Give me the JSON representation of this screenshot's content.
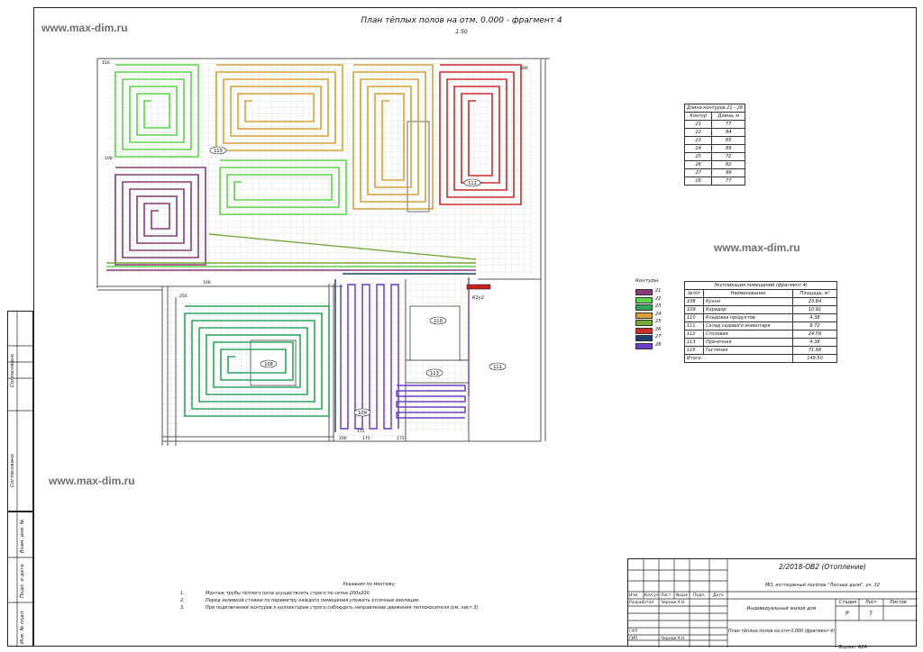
{
  "header": {
    "title": "План тёплых полов на отм. 0.000 - фрагмент 4",
    "scale": "1:50"
  },
  "watermarks": [
    "www.max-dim.ru",
    "www.max-dim.ru",
    "www.max-dim.ru"
  ],
  "plan": {
    "room_tags": [
      "115",
      "112",
      "108",
      "109",
      "110",
      "113",
      "111"
    ],
    "collector": "К1у2",
    "dims": [
      "150",
      "300",
      "100",
      "100",
      "250",
      "200",
      "175",
      "175",
      "175"
    ]
  },
  "lengths_table": {
    "title": "Длина контуров 21 - 28",
    "headers": [
      "Контур",
      "Длина, м"
    ],
    "rows": [
      [
        "21",
        "77"
      ],
      [
        "22",
        "84"
      ],
      [
        "23",
        "85"
      ],
      [
        "24",
        "89"
      ],
      [
        "25",
        "72"
      ],
      [
        "26",
        "82"
      ],
      [
        "27",
        "99"
      ],
      [
        "28",
        "77"
      ]
    ]
  },
  "legend": {
    "title": "Контуры",
    "items": [
      {
        "label": "21",
        "color": "#8a3a78"
      },
      {
        "label": "22",
        "color": "#5fd34a"
      },
      {
        "label": "23",
        "color": "#2fa55a"
      },
      {
        "label": "24",
        "color": "#d9a03a"
      },
      {
        "label": "25",
        "color": "#77a83a"
      },
      {
        "label": "26",
        "color": "#cc2b2b"
      },
      {
        "label": "27",
        "color": "#1d3f6a"
      },
      {
        "label": "28",
        "color": "#6b3fc9"
      }
    ]
  },
  "rooms_table": {
    "title": "Экспликация помещений (фрагмент 4)",
    "headers": [
      "№п/п",
      "Наименование",
      "Площадь, м²"
    ],
    "rows": [
      [
        "108",
        "Кухня",
        "23.84"
      ],
      [
        "109",
        "Коридор",
        "10.91"
      ],
      [
        "110",
        "Кладовая продуктов",
        "4.38"
      ],
      [
        "111",
        "Склад садового инвентаря",
        "9.72"
      ],
      [
        "112",
        "Столовая",
        "24.59"
      ],
      [
        "113",
        "Прачечная",
        "4.38"
      ],
      [
        "115",
        "Гостиная",
        "71.68"
      ]
    ],
    "total_label": "Итого:",
    "total_value": "149.50"
  },
  "notes": {
    "title": "Указания по монтажу:",
    "items": [
      {
        "n": "1.",
        "text": "Монтаж трубы тёплого пола осуществлять строго по сетке 200х200."
      },
      {
        "n": "2.",
        "text": "Перед заливкой стяжки по периметру каждого помещения уложить отсечные изоляции."
      },
      {
        "n": "3.",
        "text": "При подключении контуров к коллекторам строго соблюдать направление движения теплоносителя (см. лист 3)."
      }
    ]
  },
  "stamp": {
    "code": "2/2018-ОВ2 (Отопление)",
    "address": "МО, коттеджный посёлок \"Лесные дали\", уч. 32",
    "object": "Индивидуальный жилой дом",
    "sheet_title": "План тёплых полов на отм 0.000 (фрагмент 4)",
    "cols": [
      "Изм.",
      "Кол.уч",
      "Лист",
      "№док",
      "Подп.",
      "Дата"
    ],
    "role1": "Разработал",
    "name1": "Чернов А.Н.",
    "role2": "ГАП",
    "role3": "ГИП",
    "name3": "Чернов А.Н.",
    "stage_h": "Стадия",
    "sheet_h": "Лист",
    "sheets_h": "Листов",
    "stage": "Р",
    "sheet": "7",
    "format": "Формат А2А"
  },
  "side": {
    "soglas1": "Согласовано",
    "soglas2": "Согласовано",
    "vzam": "Взам. инв. №",
    "podp": "Подп. и дата",
    "inv": "Инв. № подл."
  }
}
